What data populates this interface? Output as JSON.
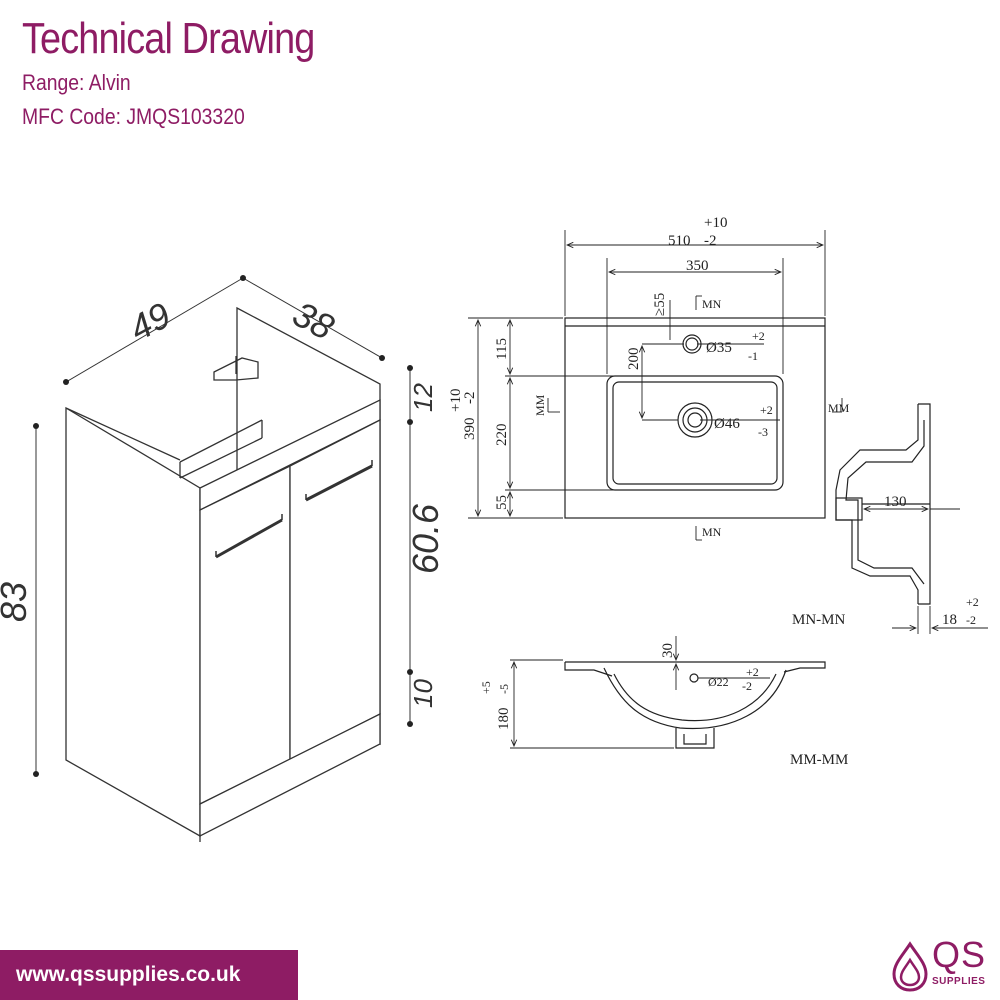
{
  "header": {
    "title": "Technical Drawing",
    "range": "Range: Alvin",
    "mfc": "MFC Code: JMQS103320"
  },
  "cabinet": {
    "width": "49",
    "depth": "38",
    "height": "83",
    "top_gap": "12",
    "door_height": "60.6",
    "plinth": "10"
  },
  "basin_plan": {
    "width_main": "510",
    "width_plus": "+10",
    "width_minus": "-2",
    "bowl_width": "350",
    "depth_main": "390",
    "depth_plus": "+10",
    "depth_minus": "-2",
    "dim_115": "115",
    "dim_200": "200",
    "dim_220": "220",
    "dim_55": "55",
    "dim_ge55": "≥55",
    "tap_hole": "Ø35",
    "tap_plus": "+2",
    "tap_minus": "-1",
    "waste": "Ø46",
    "waste_plus": "+2",
    "waste_minus": "-3",
    "sect_mn": "MN",
    "sect_mm": "MM"
  },
  "section_mn": {
    "label": "MN-MN",
    "dim_130": "130",
    "dim_18": "18",
    "dim_18_plus": "+2",
    "dim_18_minus": "-2"
  },
  "section_mm": {
    "label": "MM-MM",
    "dim_30": "30",
    "dim_180": "180",
    "dim_180_plus": "+5",
    "dim_180_minus": "-5",
    "hole": "Ø22",
    "hole_plus": "+2",
    "hole_minus": "-2"
  },
  "footer": {
    "url": "www.qssupplies.co.uk",
    "logo_text": "QS",
    "logo_sub": "SUPPLIES"
  },
  "colors": {
    "brand": "#8e1c64",
    "line": "#222222"
  }
}
